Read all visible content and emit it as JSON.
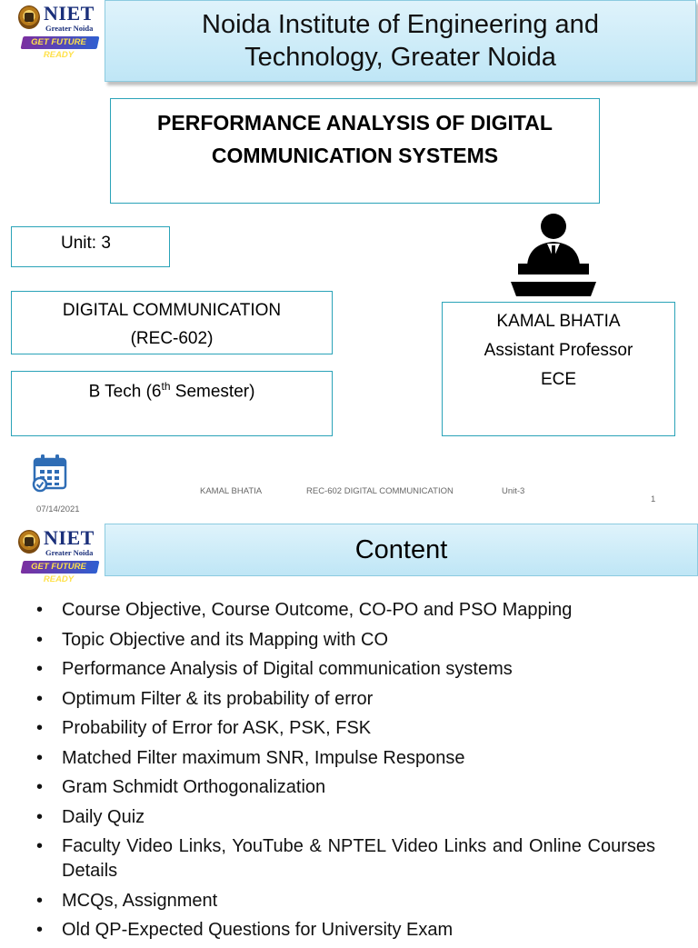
{
  "logo": {
    "name": "NIET",
    "subtitle": "Greater Noida",
    "tagline": "GET FUTURE READY"
  },
  "slide1": {
    "institute_line1": "Noida Institute of Engineering and",
    "institute_line2": "Technology, Greater Noida",
    "course_title_line1": "PERFORMANCE ANALYSIS OF DIGITAL",
    "course_title_line2": "COMMUNICATION SYSTEMS",
    "unit": "Unit: 3",
    "subject_line1": "DIGITAL COMMUNICATION",
    "subject_line2": "(REC-602)",
    "program_prefix": "B Tech (6",
    "program_sup": "th",
    "program_suffix": " Semester)",
    "presenter_name": "KAMAL BHATIA",
    "presenter_role": "Assistant Professor",
    "presenter_dept": "ECE",
    "footer": {
      "date": "07/14/2021",
      "author": "KAMAL BHATIA",
      "course": "REC-602 DIGITAL COMMUNICATION",
      "unit": "Unit-3",
      "page": "1"
    }
  },
  "slide2": {
    "title": "Content",
    "items": [
      "Course Objective, Course Outcome, CO-PO and PSO Mapping",
      "Topic Objective and its Mapping with CO",
      "Performance Analysis of Digital communication systems",
      "Optimum Filter & its probability of error",
      "Probability of Error for ASK, PSK, FSK",
      "Matched Filter maximum SNR, Impulse Response",
      "Gram Schmidt Orthogonalization",
      "Daily Quiz",
      "Faculty Video Links, YouTube & NPTEL Video Links and Online Courses Details",
      "MCQs, Assignment",
      "Old QP-Expected Questions for University Exam"
    ]
  },
  "colors": {
    "accent_border": "#2aa3b8",
    "band_fill": "#bfe6f6",
    "logo_blue": "#1a2f7a"
  },
  "icons": [
    "niet-logo",
    "speaker-podium-icon",
    "calendar-icon"
  ]
}
